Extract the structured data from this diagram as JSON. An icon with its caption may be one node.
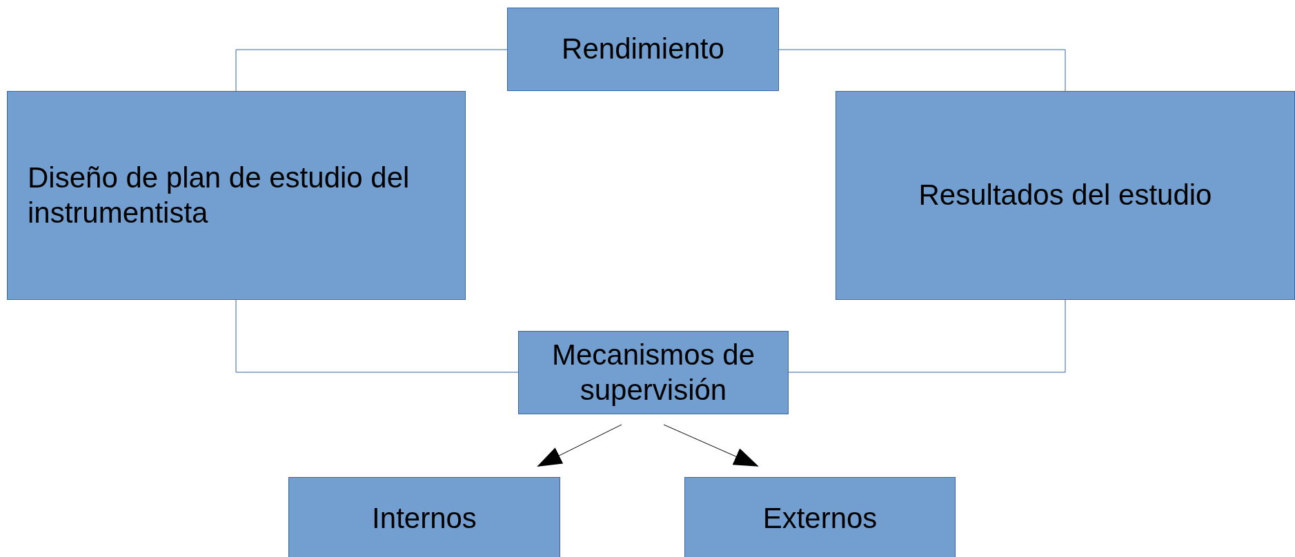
{
  "diagram": {
    "nodes": [
      {
        "text": [
          "Rendimiento"
        ]
      },
      {
        "text": [
          "Diseño de plan de estudio del instrumentista"
        ]
      },
      {
        "text": [
          "Resultados del estudio"
        ]
      },
      {
        "text": [
          "Mecanismos de supervisión"
        ]
      },
      {
        "text": [
          "Internos"
        ]
      },
      {
        "text": [
          "Externos"
        ]
      }
    ],
    "edges": [
      {
        "from": 0,
        "to": 1,
        "arrow": "none"
      },
      {
        "from": 0,
        "to": 2,
        "arrow": "none"
      },
      {
        "from": 1,
        "to": 3,
        "arrow": "none"
      },
      {
        "from": 2,
        "to": 3,
        "arrow": "none"
      },
      {
        "from": 3,
        "to": 4,
        "arrow": "to",
        "color": "#000000"
      },
      {
        "from": 3,
        "to": 5,
        "arrow": "to",
        "color": "#000000"
      }
    ]
  }
}
